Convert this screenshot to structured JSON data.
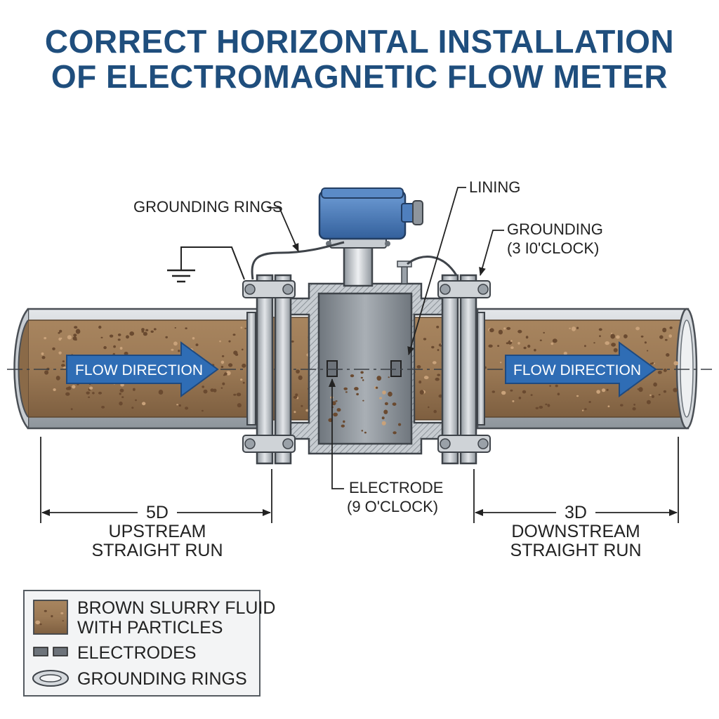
{
  "title": {
    "line1": "CORRECT HORIZONTAL INSTALLATION",
    "line2": "OF ELECTROMAGNETIC FLOW METER"
  },
  "callouts": {
    "grounding_rings": "GROUNDING RINGS",
    "lining": "LINING",
    "grounding_line1": "GROUNDING",
    "grounding_line2": "(3 I0'CLOCK)",
    "electrode_line1": "ELECTRODE",
    "electrode_line2": "(9 O'CLOCK)"
  },
  "flow": {
    "left_label": "FLOW DIRECTION",
    "right_label": "FLOW DIRECTION"
  },
  "dimensions": {
    "upstream_value": "5D",
    "upstream_line1": "UPSTREAM",
    "upstream_line2": "STRAIGHT RUN",
    "downstream_value": "3D",
    "downstream_line1": "DOWNSTREAM",
    "downstream_line2": "STRAIGHT RUN"
  },
  "legend": {
    "items": [
      {
        "line1": "BROWN SLURRY FLUID",
        "line2": "WITH PARTICLES"
      },
      {
        "line1": "ELECTRODES"
      },
      {
        "line1": "GROUNDING RINGS"
      }
    ]
  },
  "colors": {
    "title": "#1f4e7d",
    "slurry": "#9b7a57",
    "particle": "#6a4a30",
    "pipe_metal": "#b9bfc5",
    "meter_head": "#4a7ab8",
    "flow_arrow": "#2f6db5"
  }
}
